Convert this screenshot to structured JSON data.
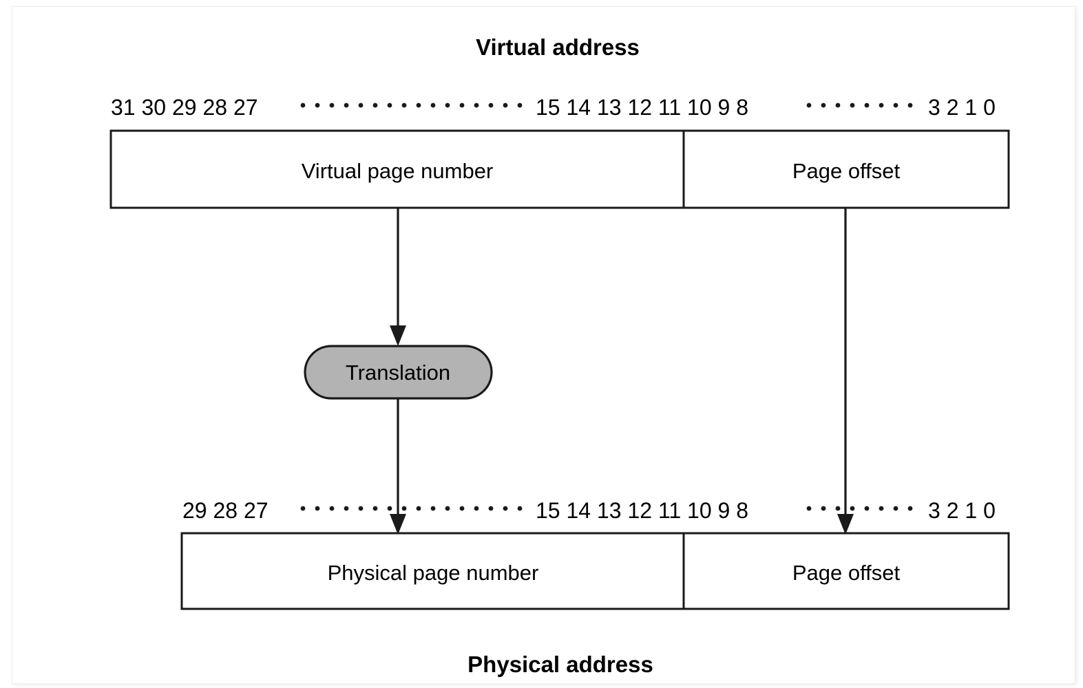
{
  "figure": {
    "top_title": "Virtual address",
    "bottom_title": "Physical address",
    "translation_label": "Translation"
  },
  "virtual_address": {
    "bit_labels_left": "31 30 29 28 27",
    "bit_labels_mid": "15 14 13 12 11 10 9 8",
    "bit_labels_right": "3 2 1 0",
    "ellipsis_left": "⋯",
    "ellipsis_right": "⋯",
    "fields": [
      {
        "label": "Virtual page number"
      },
      {
        "label": "Page offset"
      }
    ]
  },
  "physical_address": {
    "bit_labels_left": "29 28 27",
    "bit_labels_mid": "15 14 13 12 11 10 9 8",
    "bit_labels_right": "3 2 1 0",
    "ellipsis_left": "⋯",
    "ellipsis_right": "⋯",
    "fields": [
      {
        "label": "Physical page number"
      },
      {
        "label": "Page offset"
      }
    ]
  },
  "colors": {
    "pill_fill": "#b3b3b3",
    "stroke": "#1a1a1a",
    "background": "#ffffff"
  }
}
